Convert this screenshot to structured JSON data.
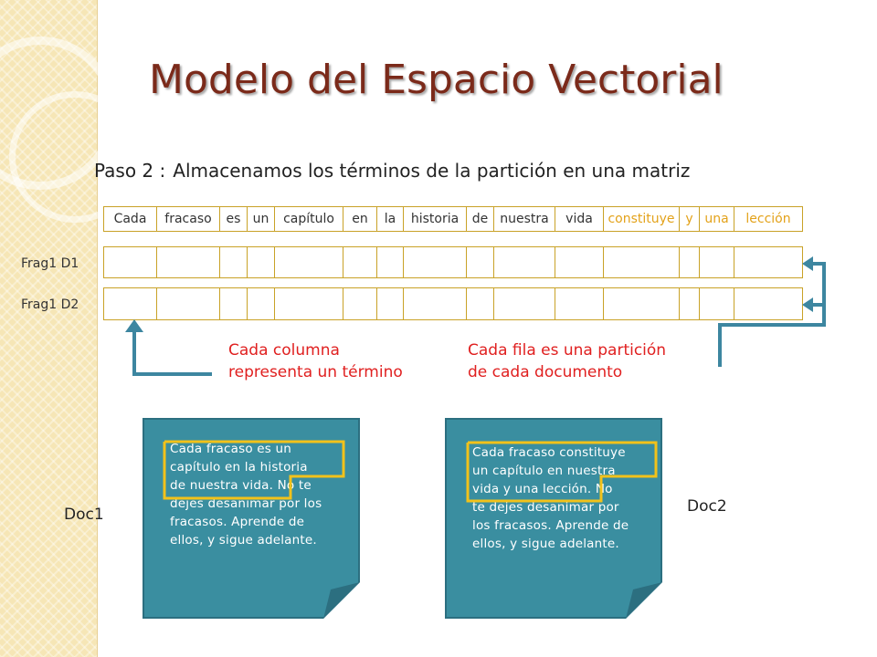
{
  "slide": {
    "title": "Modelo del Espacio Vectorial",
    "step_label": "Paso 2 :",
    "step_text": "Almacenamos los términos de la partición en una matriz"
  },
  "matrix": {
    "terms": [
      {
        "text": "Cada",
        "highlight": false
      },
      {
        "text": "fracaso",
        "highlight": false
      },
      {
        "text": "es",
        "highlight": false
      },
      {
        "text": "un",
        "highlight": false
      },
      {
        "text": "capítulo",
        "highlight": false
      },
      {
        "text": "en",
        "highlight": false
      },
      {
        "text": "la",
        "highlight": false
      },
      {
        "text": "historia",
        "highlight": false
      },
      {
        "text": "de",
        "highlight": false
      },
      {
        "text": "nuestra",
        "highlight": false
      },
      {
        "text": "vida",
        "highlight": false
      },
      {
        "text": "constituye",
        "highlight": true
      },
      {
        "text": "y",
        "highlight": true
      },
      {
        "text": "una",
        "highlight": true
      },
      {
        "text": "lección",
        "highlight": true
      }
    ],
    "rows": [
      {
        "label": "Frag1 D1"
      },
      {
        "label": "Frag1 D2"
      }
    ]
  },
  "annotations": {
    "column_note": [
      "Cada columna",
      "representa un término"
    ],
    "row_note": [
      "Cada fila es una partición",
      "de cada documento"
    ]
  },
  "documents": [
    {
      "label": "Doc1",
      "lines": [
        "Cada fracaso es un",
        "capítulo en la historia",
        "de nuestra vida.    No te",
        "dejes desanimar por los",
        "fracasos. Aprende de",
        "ellos, y sigue adelante."
      ]
    },
    {
      "label": "Doc2",
      "lines": [
        "Cada fracaso constituye",
        "un capítulo en nuestra",
        "vida y una lección.    No",
        "te dejes desanimar por",
        "los fracasos. Aprende de",
        "ellos, y sigue adelante."
      ]
    }
  ],
  "colors": {
    "title": "#7b2a1a",
    "grid_border": "#c9a227",
    "highlight_term": "#e3a21a",
    "note_red": "#e02020",
    "doc_bg": "#3a8ea0",
    "arrow": "#3d86a0",
    "highlight_box": "#f2c21a"
  }
}
